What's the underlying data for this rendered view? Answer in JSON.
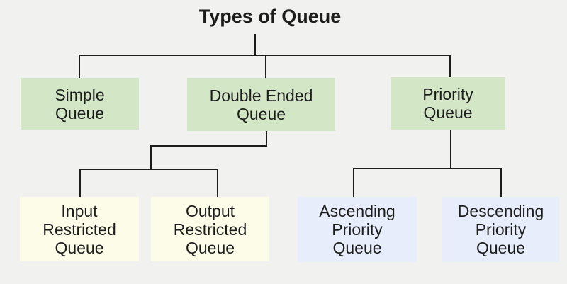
{
  "title": "Types of Queue",
  "palette": {
    "background": "#f1f1ef",
    "level1_fill": "#d3e7c6",
    "deq_children_fill": "#fcfce8",
    "priority_children_fill": "#e7edfa",
    "line_color": "#1c1c1c",
    "text_color": "#1d1d1d"
  },
  "nodes": {
    "simple": {
      "label": "Simple Queue",
      "lines": [
        "Simple",
        "Queue"
      ]
    },
    "deq": {
      "label": "Double Ended Queue",
      "lines": [
        "Double Ended",
        "Queue"
      ]
    },
    "priority": {
      "label": "Priority Queue",
      "lines": [
        "Priority",
        "Queue"
      ]
    },
    "input_restricted": {
      "label": "Input Restricted Queue",
      "lines": [
        "Input",
        "Restricted",
        "Queue"
      ]
    },
    "output_restricted": {
      "label": "Output Restricted Queue",
      "lines": [
        "Output",
        "Restricted",
        "Queue"
      ]
    },
    "ascending": {
      "label": "Ascending Priority Queue",
      "lines": [
        "Ascending",
        "Priority",
        "Queue"
      ]
    },
    "descending": {
      "label": "Descending Priority Queue",
      "lines": [
        "Descending",
        "Priority",
        "Queue"
      ]
    }
  },
  "hierarchy": {
    "root": "Types of Queue",
    "children": [
      {
        "name": "Simple Queue",
        "children": []
      },
      {
        "name": "Double Ended Queue",
        "children": [
          "Input Restricted Queue",
          "Output Restricted Queue"
        ]
      },
      {
        "name": "Priority Queue",
        "children": [
          "Ascending Priority Queue",
          "Descending Priority Queue"
        ]
      }
    ]
  }
}
